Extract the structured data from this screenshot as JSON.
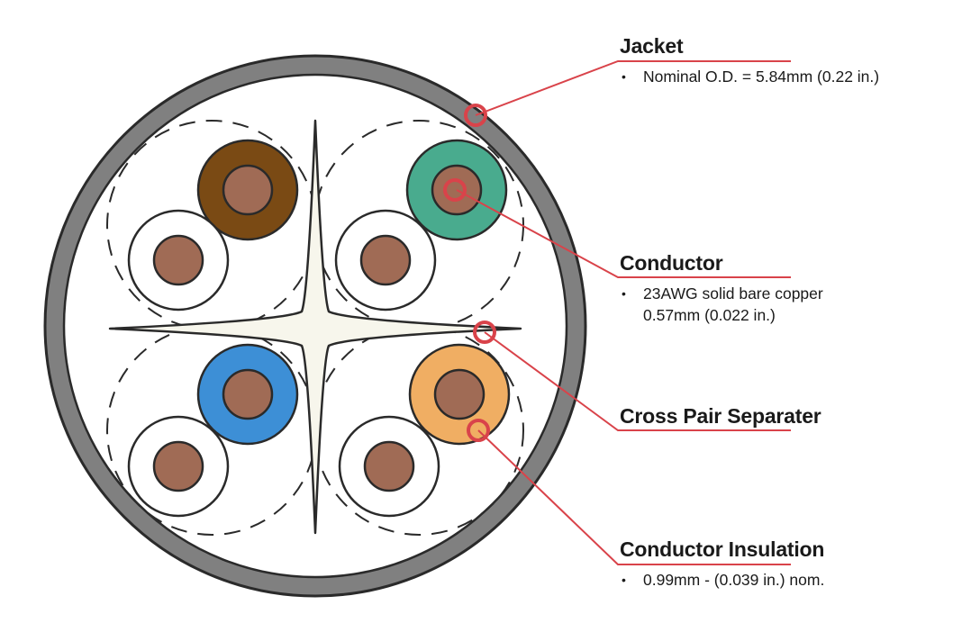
{
  "colors": {
    "jacket": "#808080",
    "jacket_inner": "#ffffff",
    "leader": "#d9434a",
    "copper": "#a06b55",
    "copper_stroke": "#2a2a2a",
    "separator": "#f7f6ec",
    "pair_brown": "#7a4a14",
    "pair_green": "#49ab8e",
    "pair_blue": "#3d8fd6",
    "pair_orange": "#f0ae63",
    "white_insulation": "#ffffff"
  },
  "pairs": [
    {
      "name": "brown",
      "color_key": "pair_brown"
    },
    {
      "name": "green",
      "color_key": "pair_green"
    },
    {
      "name": "blue",
      "color_key": "pair_blue"
    },
    {
      "name": "orange",
      "color_key": "pair_orange"
    }
  ],
  "labels": {
    "jacket": {
      "title": "Jacket",
      "items": [
        [
          "Nominal O.D. = 5.84mm (0.22 in.)"
        ]
      ]
    },
    "conductor": {
      "title": "Conductor",
      "items": [
        [
          "23AWG solid bare copper",
          "0.57mm (0.022 in.)"
        ]
      ]
    },
    "separator": {
      "title": "Cross Pair Separater",
      "items": []
    },
    "insulation": {
      "title": "Conductor Insulation",
      "items": [
        [
          "0.99mm - (0.039 in.) nom."
        ]
      ]
    },
    "bullet": "•"
  }
}
